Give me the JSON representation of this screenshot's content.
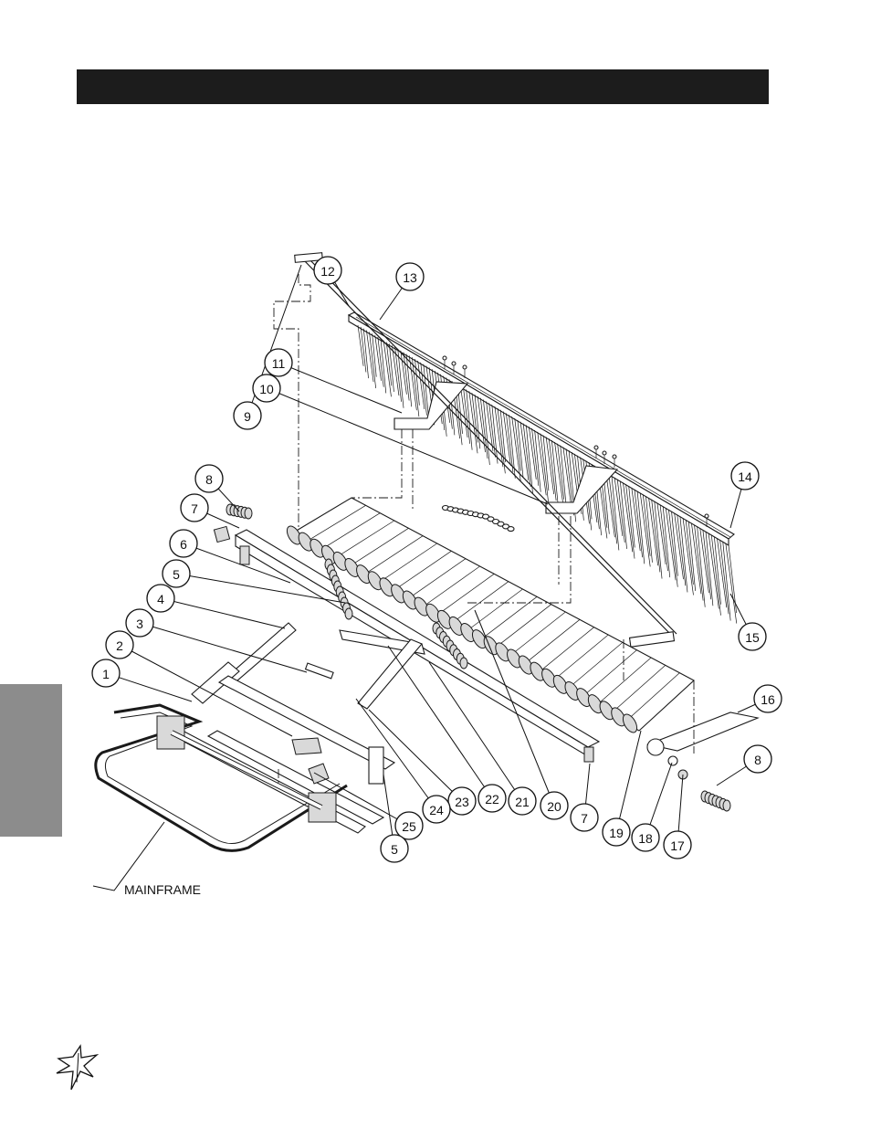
{
  "diagram": {
    "callouts": [
      {
        "label": "1"
      },
      {
        "label": "2"
      },
      {
        "label": "3"
      },
      {
        "label": "4"
      },
      {
        "label": "5"
      },
      {
        "label": "6"
      },
      {
        "label": "7"
      },
      {
        "label": "8"
      },
      {
        "label": "9"
      },
      {
        "label": "10"
      },
      {
        "label": "11"
      },
      {
        "label": "12"
      },
      {
        "label": "13"
      },
      {
        "label": "14"
      },
      {
        "label": "15"
      },
      {
        "label": "16"
      },
      {
        "label": "8"
      },
      {
        "label": "17"
      },
      {
        "label": "18"
      },
      {
        "label": "19"
      },
      {
        "label": "7"
      },
      {
        "label": "20"
      },
      {
        "label": "21"
      },
      {
        "label": "22"
      },
      {
        "label": "23"
      },
      {
        "label": "24"
      },
      {
        "label": "25"
      },
      {
        "label": "5"
      }
    ],
    "mainframe_label": "MAINFRAME"
  },
  "colors": {
    "header_bar": "#1c1c1c",
    "side_tab": "#8c8c8c",
    "line": "#111111"
  },
  "icons": {
    "logo": "star-burst-logo-icon"
  }
}
